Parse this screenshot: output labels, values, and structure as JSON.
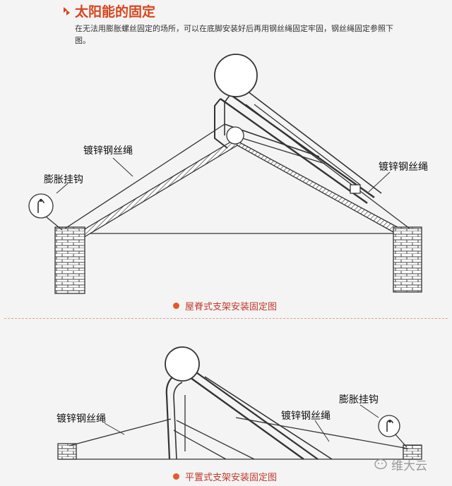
{
  "header": {
    "title": "太阳能的固定",
    "description": "在无法用膨胀螺丝固定的场所，可以在底脚安装好后再用钢丝绳固定牢固，钢丝绳固定参照下图。"
  },
  "diagram_top": {
    "caption": "屋脊式支架安装固定图",
    "labels": {
      "wire_rope_left": "镀锌钢丝绳",
      "wire_rope_right": "镀锌钢丝绳",
      "expansion_hook": "膨胀挂钩"
    }
  },
  "diagram_bottom": {
    "caption": "平置式支架安装固定图",
    "labels": {
      "wire_rope_left": "镀锌钢丝绳",
      "wire_rope_right": "镀锌钢丝绳",
      "expansion_hook": "膨胀挂钩"
    }
  },
  "watermark": "维大云",
  "colors": {
    "accent": "#d7451d",
    "caption_dot": "#e35b2a",
    "line": "#333333"
  }
}
